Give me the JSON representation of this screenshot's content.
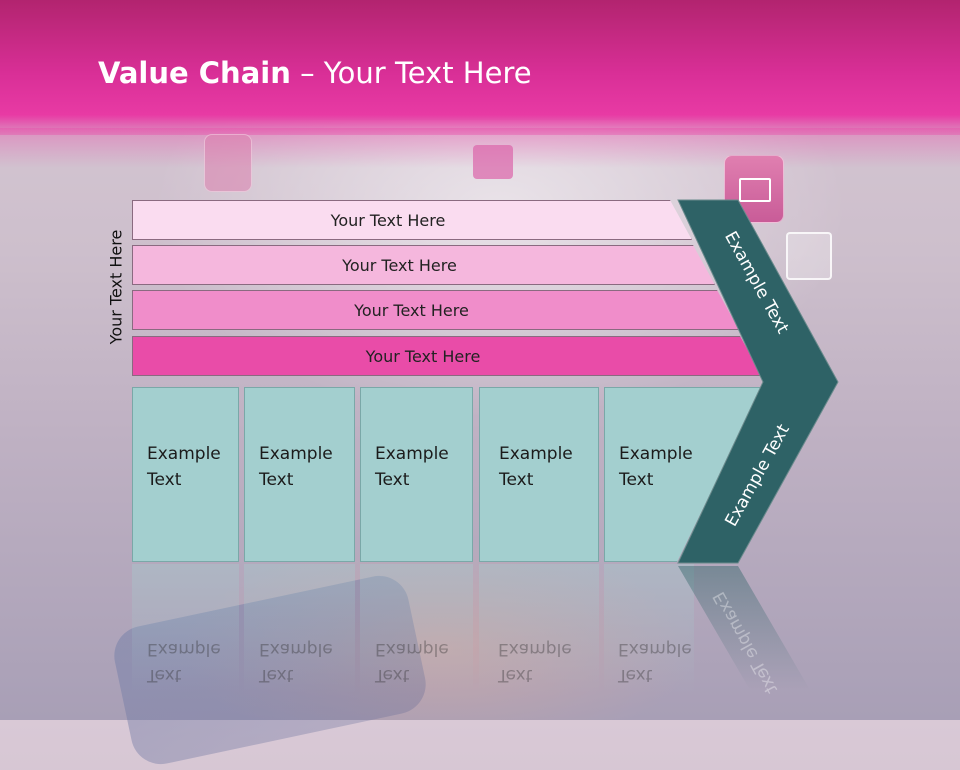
{
  "slide": {
    "title_bold": "Value Chain",
    "title_rest": " – Your Text Here",
    "side_label": "Your Text Here"
  },
  "bars": [
    {
      "label": "Your Text Here",
      "color": "#fadcf0"
    },
    {
      "label": "Your Text Here",
      "color": "#f5b7dd"
    },
    {
      "label": "Your Text Here",
      "color": "#f08dca"
    },
    {
      "label": "Your Text Here",
      "color": "#e94ca8"
    }
  ],
  "boxes": [
    {
      "line1": "Example",
      "line2": "Text"
    },
    {
      "line1": "Example",
      "line2": "Text"
    },
    {
      "line1": "Example",
      "line2": "Text"
    },
    {
      "line1": "Example",
      "line2": "Text"
    },
    {
      "line1": "Example",
      "line2": "Text"
    }
  ],
  "chevron": {
    "top_label": "Example Text",
    "bottom_label": "Example Text",
    "fill_color": "#2e6266"
  },
  "icons": [
    "mail-icon",
    "user-icon",
    "chat-icon",
    "app-icon"
  ]
}
